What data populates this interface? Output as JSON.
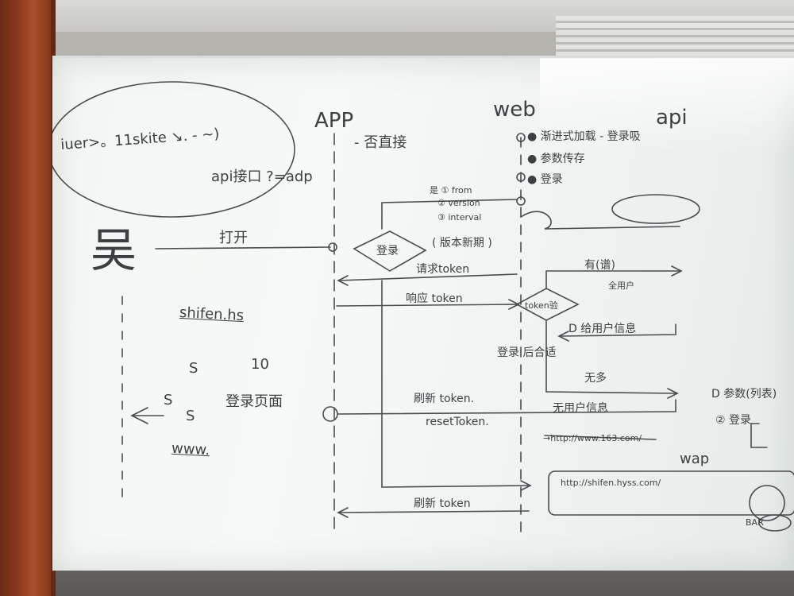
{
  "board": {
    "cloud_text": [
      "iuer>。11skite ↘. - ~)",
      "api接口 ?=adp"
    ],
    "person": "吴",
    "headers": {
      "app": "APP",
      "web": "web",
      "api": "api"
    },
    "notes": {
      "direct_jump": "- 否直接",
      "web_items": [
        "● 渐进式加载 - 登录吸",
        "● 参数传存",
        "● 登录"
      ],
      "login_params": [
        "是 ① from",
        "② version",
        "③ interval"
      ],
      "open": "打开",
      "login_diamond": "登录",
      "old_version": "( 版本新期 )",
      "request_token": "请求token",
      "response_token": "响应 token",
      "token_check": "token验",
      "yes_login": "有(谱)",
      "goto_page": "全用户",
      "give_user_info": "D 给用户信息",
      "login_combine": "登录 后合适",
      "no_user": "无多",
      "no_user_info": "无用户信息",
      "refresh_token": "刷新 token.",
      "reset_token": "resetToken.",
      "url_163": "→http://www.163.com/",
      "wap": "wap",
      "url_shifen": "http://shifen.hyss.com/",
      "refresh_token_bottom": "刷新 token",
      "params_list": "D 参数(列表)",
      "login_right": "② 登录",
      "addr_left": "shifen.hs",
      "arrows_label": "S",
      "ten": "10",
      "login_page": "登录页面",
      "www": "www.",
      "bar": "BAR"
    }
  },
  "colors": {
    "ink": "#3d3f42",
    "board": "#f3f6f4",
    "frame": "#8f3b1e"
  }
}
